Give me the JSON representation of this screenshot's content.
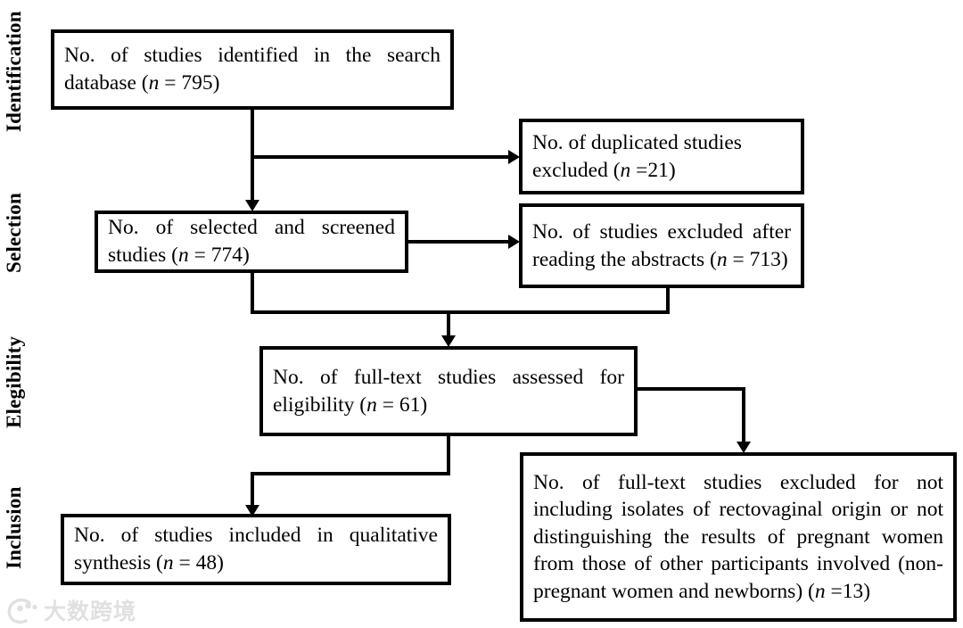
{
  "diagram": {
    "type": "prisma-flow-diagram",
    "stages": [
      {
        "id": "identification",
        "label": "Identification"
      },
      {
        "id": "selection",
        "label": "Selection"
      },
      {
        "id": "eligibility",
        "label": "Elegibility"
      },
      {
        "id": "inclusion",
        "label": "Inclusion"
      }
    ],
    "boxes": [
      {
        "id": "identified",
        "stage": "identification",
        "text_before_n": "No. of studies identified in the search database (",
        "n_label": "n",
        "n_value": " = 795)",
        "full_text": "No. of studies identified in the search database (n = 795)",
        "count": 795
      },
      {
        "id": "duplicates-excluded",
        "stage": "identification",
        "text_before_n": "No. of duplicated studies excluded (",
        "n_label": "n",
        "n_value": " =21)",
        "full_text": "No. of duplicated studies excluded (n =21)",
        "count": 21
      },
      {
        "id": "selected-screened",
        "stage": "selection",
        "text_before_n": "No. of selected and screened studies (",
        "n_label": "n",
        "n_value": " = 774)",
        "full_text": "No. of selected and screened studies (n= 774)",
        "count": 774
      },
      {
        "id": "abstracts-excluded",
        "stage": "selection",
        "text_before_n": "No. of studies excluded after reading the abstracts (",
        "n_label": "n",
        "n_value": " = 713)",
        "full_text": "No. of studies excluded after reading the abstracts (n= 713)",
        "count": 713
      },
      {
        "id": "fulltext-assessed",
        "stage": "eligibility",
        "text_before_n": "No. of full-text studies assessed for eligibility (",
        "n_label": "n",
        "n_value": " = 61)",
        "full_text": "No. of full-text studies assessed for eligibility (n = 61)",
        "count": 61
      },
      {
        "id": "fulltext-excluded",
        "stage": "eligibility",
        "text_before_n": "No. of full-text studies excluded for not including isolates of rectovaginal origin or not distinguishing the results of pregnant women from those of other participants involved (non-pregnant women and newborns) (",
        "n_label": "n",
        "n_value": " =13)",
        "full_text": "No. of full-text studies excluded for not including isolates of rectovaginal origin or not distinguishing the results of pregnant women from those of other participants involved (non-pregnant women and newborns) (n=13)",
        "count": 13
      },
      {
        "id": "included-qualitative",
        "stage": "inclusion",
        "text_before_n": "No. of studies included in qualitative synthesis (",
        "n_label": "n",
        "n_value": " = 48)",
        "full_text": "No. of studies included in qualitative synthesis (n = 48)",
        "count": 48
      }
    ],
    "flows": [
      {
        "from": "identified",
        "to": "duplicates-excluded"
      },
      {
        "from": "identified",
        "to": "selected-screened"
      },
      {
        "from": "selected-screened",
        "to": "abstracts-excluded"
      },
      {
        "from": "selected-screened",
        "to": "fulltext-assessed"
      },
      {
        "from": "abstracts-excluded",
        "to": "fulltext-assessed"
      },
      {
        "from": "fulltext-assessed",
        "to": "fulltext-excluded"
      },
      {
        "from": "fulltext-assessed",
        "to": "included-qualitative"
      }
    ],
    "colors": {
      "stroke": "#000000",
      "box_fill": "#ffffff",
      "background": "#ffffff",
      "watermark": "#9a9a9a"
    }
  },
  "watermark": {
    "text": "大数跨境",
    "logo_name": "dashukuajing-logo"
  }
}
